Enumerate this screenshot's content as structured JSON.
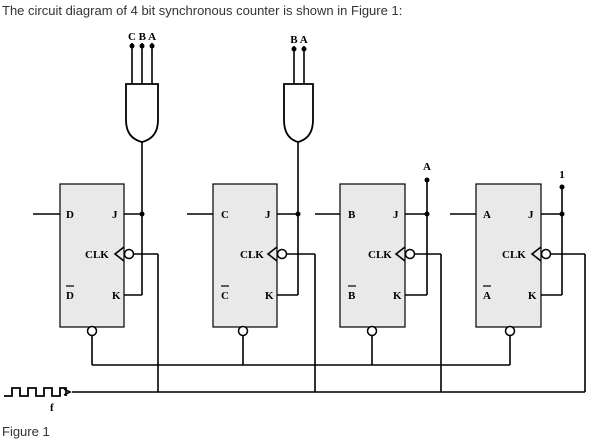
{
  "intro_text": "The circuit diagram of 4 bit synchronous counter is shown in Figure 1:",
  "caption": "Figure 1",
  "gates": [
    {
      "inputs": "C B A"
    },
    {
      "inputs": "B A"
    }
  ],
  "top_labels": {
    "ff3_j": "A",
    "ff4_j": "1"
  },
  "clock_label": "f",
  "flipflops": [
    {
      "d": "D",
      "d_bar": "D",
      "j": "J",
      "k": "K",
      "clk": "CLK"
    },
    {
      "d": "C",
      "d_bar": "C",
      "j": "J",
      "k": "K",
      "clk": "CLK"
    },
    {
      "d": "B",
      "d_bar": "B",
      "j": "J",
      "k": "K",
      "clk": "CLK"
    },
    {
      "d": "A",
      "d_bar": "A",
      "j": "J",
      "k": "K",
      "clk": "CLK"
    }
  ]
}
